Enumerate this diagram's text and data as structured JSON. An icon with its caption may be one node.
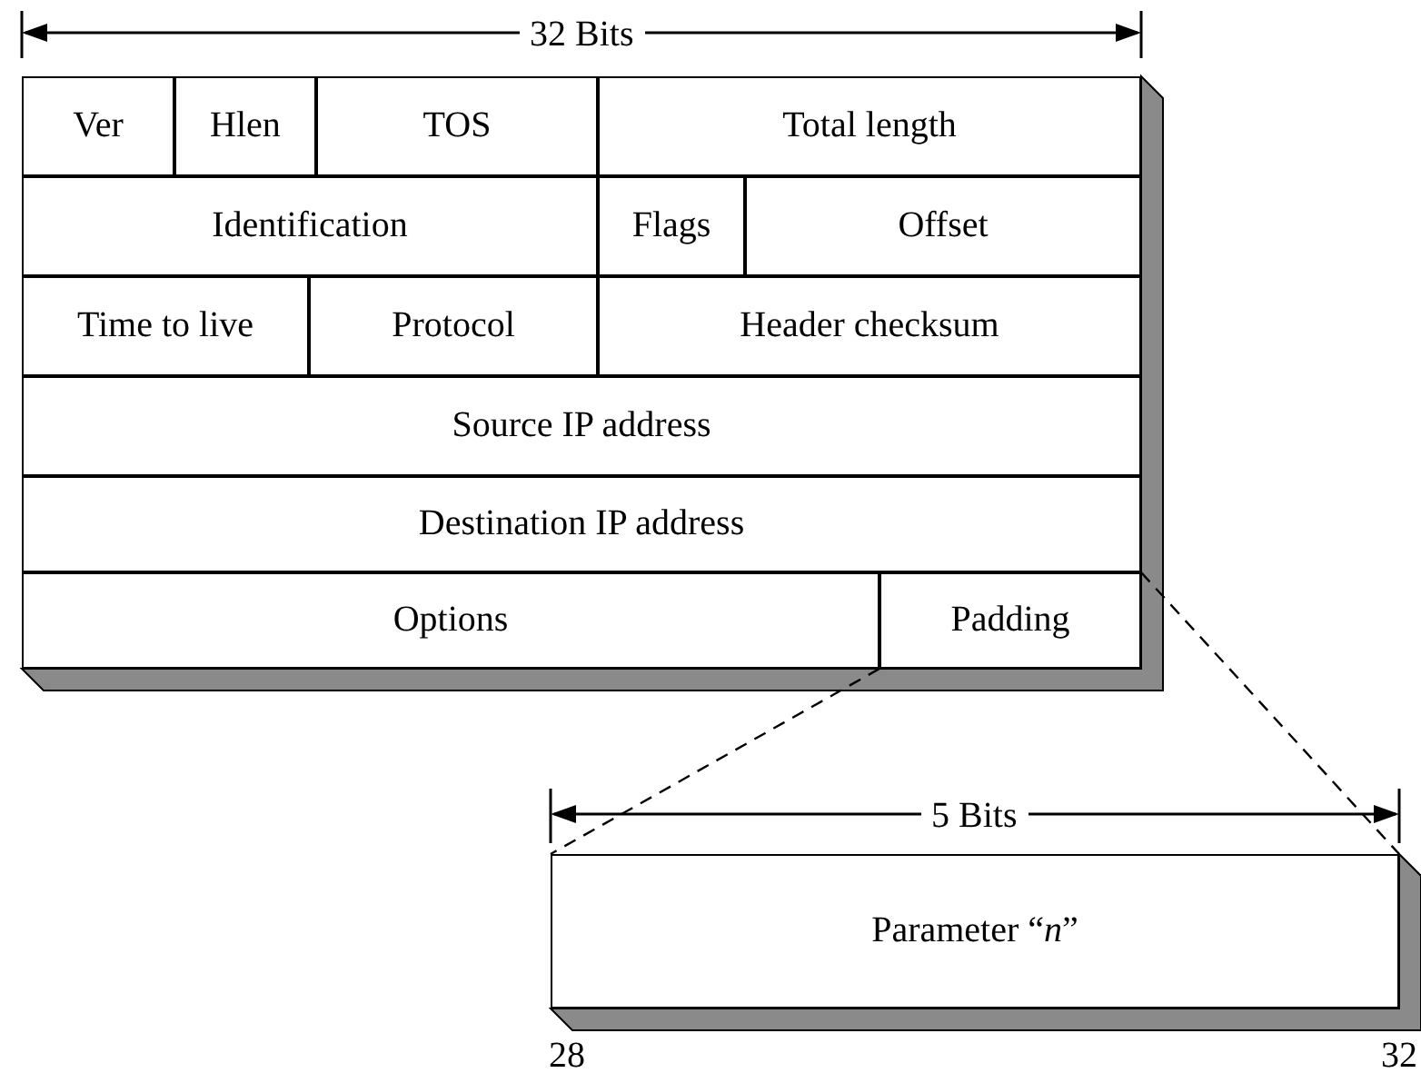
{
  "diagram": {
    "nodes": [
      {
        "text": [
          "Ver"
        ]
      },
      {
        "text": [
          "Hlen"
        ]
      },
      {
        "text": [
          "TOS"
        ]
      },
      {
        "text": [
          "Total length"
        ]
      },
      {
        "text": [
          "Identification"
        ]
      },
      {
        "text": [
          "Flags"
        ]
      },
      {
        "text": [
          "Offset"
        ]
      },
      {
        "text": [
          "Time to live"
        ]
      },
      {
        "text": [
          "Protocol"
        ]
      },
      {
        "text": [
          "Header checksum"
        ]
      },
      {
        "text": [
          "Source IP address"
        ]
      },
      {
        "text": [
          "Destination IP address"
        ]
      },
      {
        "text": [
          "Options"
        ]
      },
      {
        "text": [
          "Padding"
        ]
      },
      {
        "text": [
          "Parameter “*n*”"
        ]
      }
    ],
    "edges": [
      {
        "from": 13,
        "to": 14,
        "arrow": "none",
        "style": "dashed"
      },
      {
        "from": 13,
        "to": 14,
        "arrow": "none",
        "style": "dashed"
      }
    ],
    "labels": [
      "32 Bits",
      "5 Bits",
      "28",
      "32"
    ]
  }
}
